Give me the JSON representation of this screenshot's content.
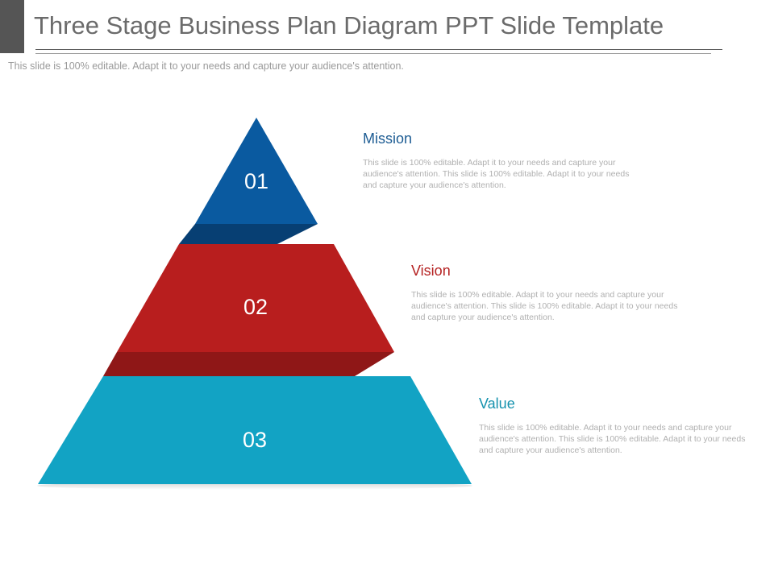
{
  "header": {
    "title": "Three Stage Business Plan Diagram PPT Slide Template",
    "subtitle": "This slide is 100% editable. Adapt it to your needs and capture your audience's attention."
  },
  "colors": {
    "stage1": "#0a5aa0",
    "stage2": "#b81e1e",
    "stage3": "#12a3c4"
  },
  "stages": [
    {
      "number": "01",
      "heading": "Mission",
      "description": "This slide is 100% editable. Adapt it to your needs and capture your audience's attention. This slide is 100% editable. Adapt it to your needs and capture your audience's attention."
    },
    {
      "number": "02",
      "heading": "Vision",
      "description": "This slide is 100% editable. Adapt it to your needs and capture your audience's attention. This slide is 100% editable. Adapt it to your needs and capture your audience's attention."
    },
    {
      "number": "03",
      "heading": "Value",
      "description": "This slide is 100% editable. Adapt it to your needs and capture your audience's attention. This slide is 100% editable. Adapt it to your needs and capture your audience's attention."
    }
  ]
}
